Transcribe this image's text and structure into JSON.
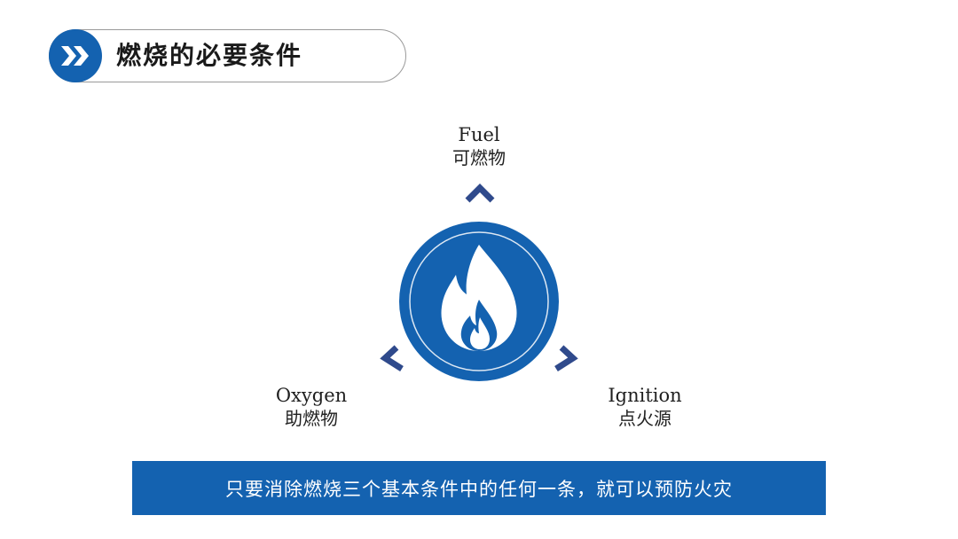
{
  "header": {
    "title": "燃烧的必要条件",
    "badge_icon": "double-chevron-right-icon"
  },
  "diagram": {
    "center_icon": "flame-icon",
    "nodes": [
      {
        "id": "fuel",
        "label_en": "Fuel",
        "label_zh": "可燃物"
      },
      {
        "id": "oxygen",
        "label_en": "Oxygen",
        "label_zh": "助燃物"
      },
      {
        "id": "ignition",
        "label_en": "Ignition",
        "label_zh": "点火源"
      }
    ]
  },
  "banner": {
    "text": "只要消除燃烧三个基本条件中的任何一条，就可以预防火灾"
  },
  "colors": {
    "primary_blue": "#1462b0",
    "chevron_navy": "#2f4a8c",
    "text_dark": "#1f1f1f",
    "pill_border": "#9a9a9a"
  }
}
